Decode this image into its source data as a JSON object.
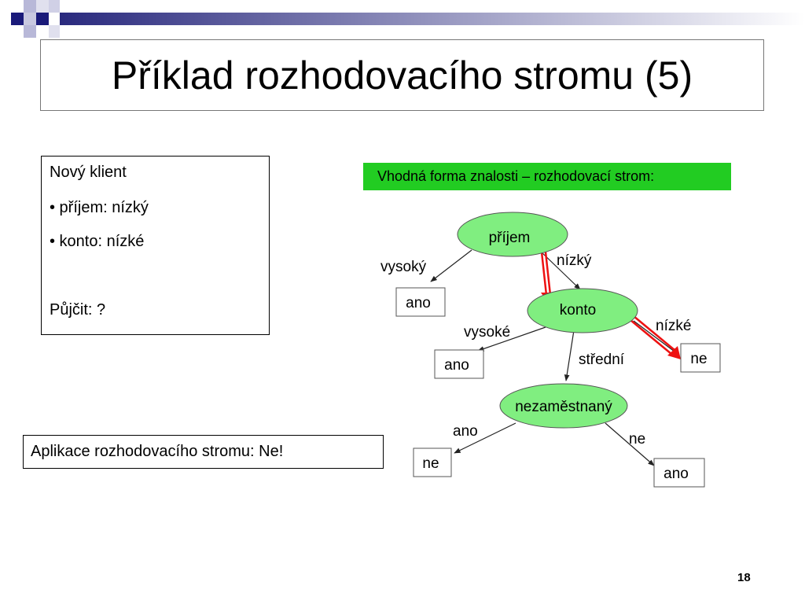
{
  "slide": {
    "title": "Příklad rozhodovacího stromu (5)",
    "page_number": "18"
  },
  "client": {
    "heading": "Nový klient",
    "income": "• příjem: nízký",
    "account": "• konto: nízké",
    "loan": "Půjčit: ?"
  },
  "result": "Aplikace rozhodovacího stromu: Ne!",
  "tree": {
    "header": "Vhodná forma znalosti – rozhodovací strom:",
    "nodes": {
      "income": "příjem",
      "account": "konto",
      "unemployed": "nezaměstnaný"
    },
    "leaves": {
      "high_income": "ano",
      "high_account": "ano",
      "low_account": "ne",
      "unemployed_yes": "ne",
      "unemployed_no": "ano"
    },
    "edges": {
      "income_high": "vysoký",
      "income_low": "nízký",
      "account_high": "vysoké",
      "account_mid": "střední",
      "account_low": "nízké",
      "unemployed_yes": "ano",
      "unemployed_no": "ne"
    }
  },
  "colors": {
    "node_fill": "#80ee80",
    "header_fill": "#22cc22",
    "path_arrow": "#ee1111",
    "deco_navy": "#1a1a7a"
  }
}
